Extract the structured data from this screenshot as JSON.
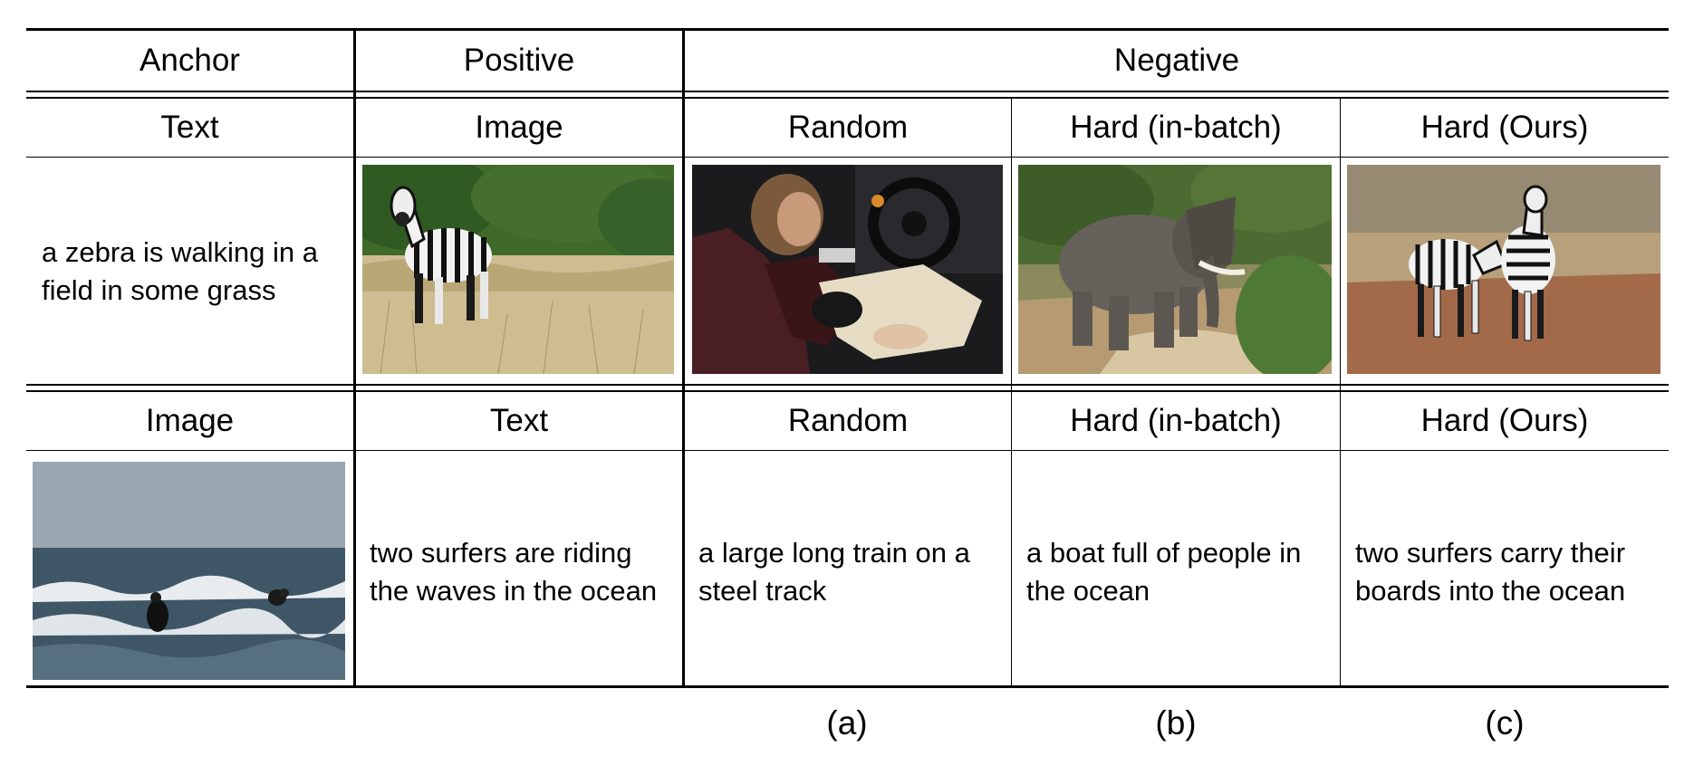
{
  "header": {
    "anchor": "Anchor",
    "positive": "Positive",
    "negative": "Negative"
  },
  "row1": {
    "anchor_type": "Text",
    "positive_type": "Image",
    "neg_random_label": "Random",
    "neg_hard_inbatch_label": "Hard (in-batch)",
    "neg_hard_ours_label": "Hard (Ours)",
    "anchor_text": "a zebra is walking in a field in some grass",
    "images": {
      "positive": "zebra-walking-in-grass-photo",
      "random": "man-in-car-photo",
      "hard_inbatch": "elephant-walking-photo",
      "hard_ours": "two-zebras-on-dirt-road-photo"
    }
  },
  "row2": {
    "anchor_type": "Image",
    "positive_type": "Text",
    "neg_random_label": "Random",
    "neg_hard_inbatch_label": "Hard (in-batch)",
    "neg_hard_ours_label": "Hard (Ours)",
    "anchor_image": "surfers-in-ocean-waves-photo",
    "positive_text": "two surfers are riding the waves in the ocean",
    "random_text": "a large long train on a steel track",
    "hard_inbatch_text": "a boat full of people in the ocean",
    "hard_ours_text": "two surfers carry their boards into the ocean"
  },
  "subfigure_labels": [
    "(a)",
    "(b)",
    "(c)"
  ]
}
